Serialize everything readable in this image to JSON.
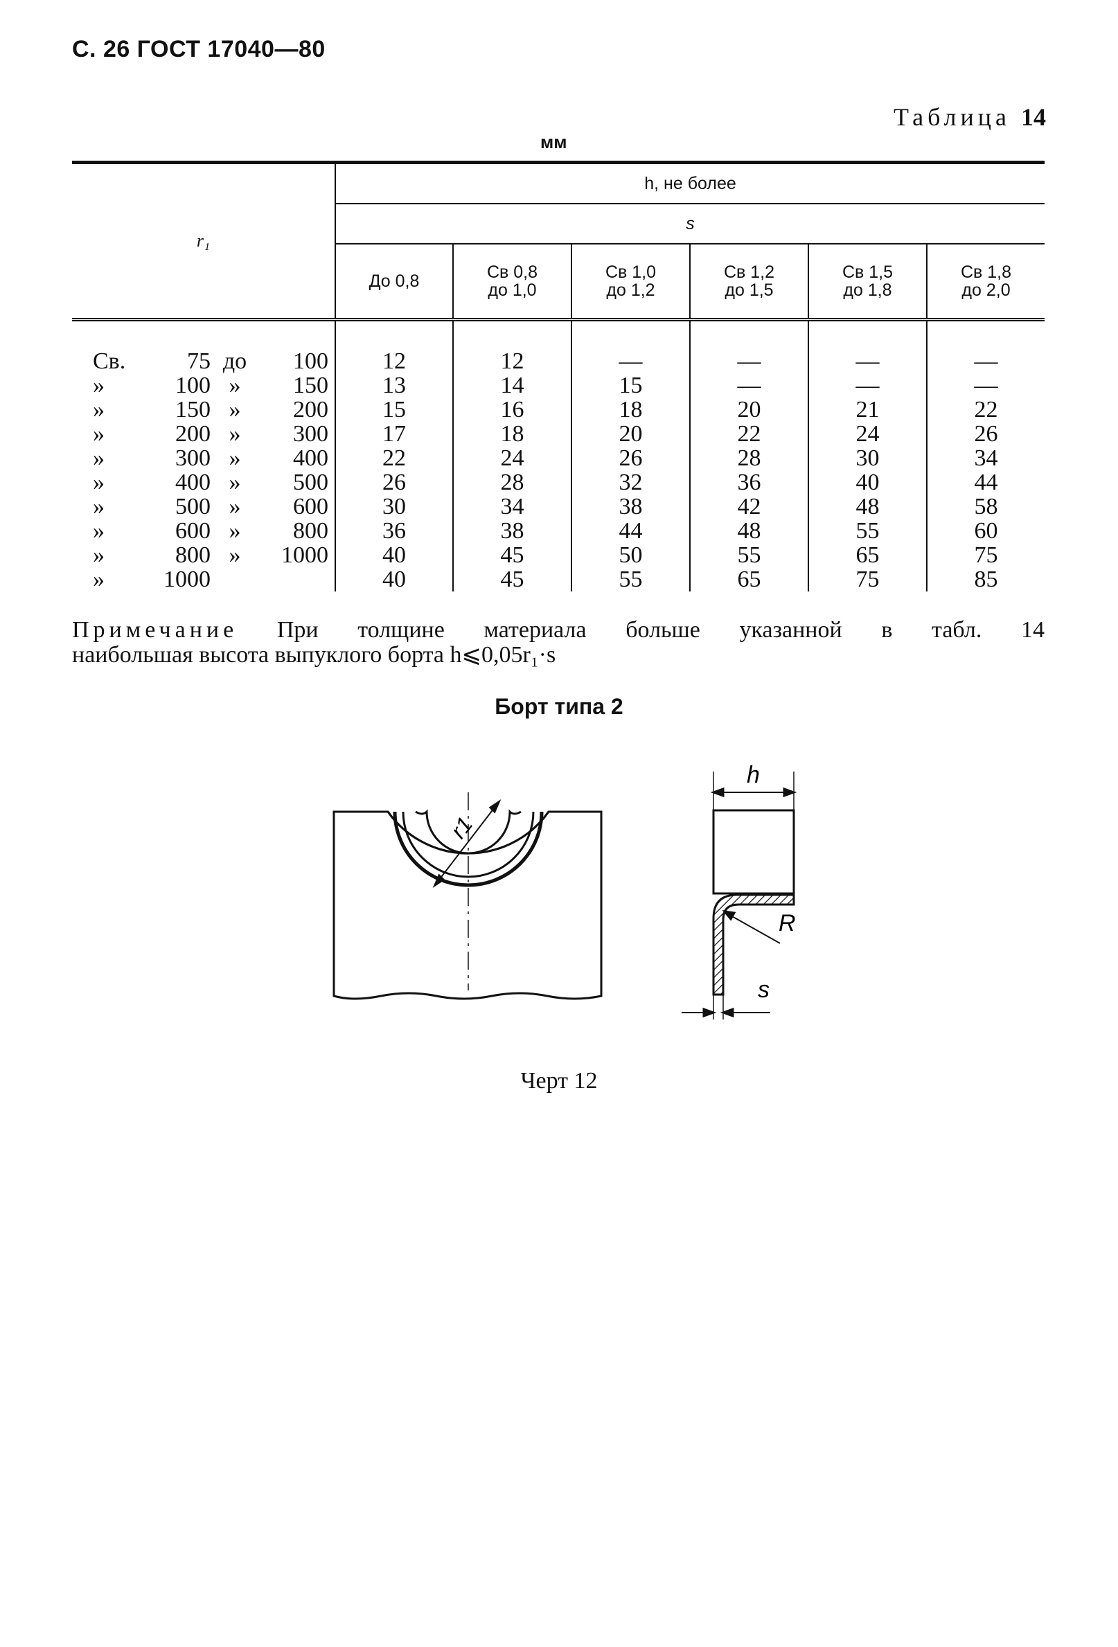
{
  "header": {
    "text": "С. 26 ГОСТ 17040—80"
  },
  "table_label": {
    "word": "Таблица",
    "number": "14"
  },
  "units": "мм",
  "table": {
    "r1_header": "r₁",
    "h_header": "h, не более",
    "s_header": "s",
    "columns": [
      [
        "До 0,8"
      ],
      [
        "Св 0,8",
        "до 1,0"
      ],
      [
        "Св 1,0",
        "до 1,2"
      ],
      [
        "Св 1,2",
        "до 1,5"
      ],
      [
        "Св 1,5",
        "до 1,8"
      ],
      [
        "Св 1,8",
        "до 2,0"
      ]
    ],
    "rows": [
      {
        "pre": "Св.",
        "a": "75",
        "mid": "до",
        "b": "100",
        "values": [
          "12",
          "12",
          "—",
          "—",
          "—",
          "—"
        ]
      },
      {
        "pre": "»",
        "a": "100",
        "mid": "»",
        "b": "150",
        "values": [
          "13",
          "14",
          "15",
          "—",
          "—",
          "—"
        ]
      },
      {
        "pre": "»",
        "a": "150",
        "mid": "»",
        "b": "200",
        "values": [
          "15",
          "16",
          "18",
          "20",
          "21",
          "22"
        ]
      },
      {
        "pre": "»",
        "a": "200",
        "mid": "»",
        "b": "300",
        "values": [
          "17",
          "18",
          "20",
          "22",
          "24",
          "26"
        ]
      },
      {
        "pre": "»",
        "a": "300",
        "mid": "»",
        "b": "400",
        "values": [
          "22",
          "24",
          "26",
          "28",
          "30",
          "34"
        ]
      },
      {
        "pre": "»",
        "a": "400",
        "mid": "»",
        "b": "500",
        "values": [
          "26",
          "28",
          "32",
          "36",
          "40",
          "44"
        ]
      },
      {
        "pre": "»",
        "a": "500",
        "mid": "»",
        "b": "600",
        "values": [
          "30",
          "34",
          "38",
          "42",
          "48",
          "58"
        ]
      },
      {
        "pre": "»",
        "a": "600",
        "mid": "»",
        "b": "800",
        "values": [
          "36",
          "38",
          "44",
          "48",
          "55",
          "60"
        ]
      },
      {
        "pre": "»",
        "a": "800",
        "mid": "»",
        "b": "1000",
        "values": [
          "40",
          "45",
          "50",
          "55",
          "65",
          "75"
        ]
      },
      {
        "pre": "»",
        "a": "1000",
        "mid": "",
        "b": "",
        "values": [
          "40",
          "45",
          "55",
          "65",
          "75",
          "85"
        ]
      }
    ]
  },
  "note": {
    "label": "Примечание",
    "line1": "При толщине материала больше указанной в табл. 14",
    "line2": "наибольшая высота выпуклого борта h⩽0,05r₁·s"
  },
  "subtitle": "Борт типа 2",
  "figure": {
    "label_r1": "r1",
    "label_h": "h",
    "label_R": "R",
    "label_s": "s"
  },
  "caption": "Черт 12"
}
